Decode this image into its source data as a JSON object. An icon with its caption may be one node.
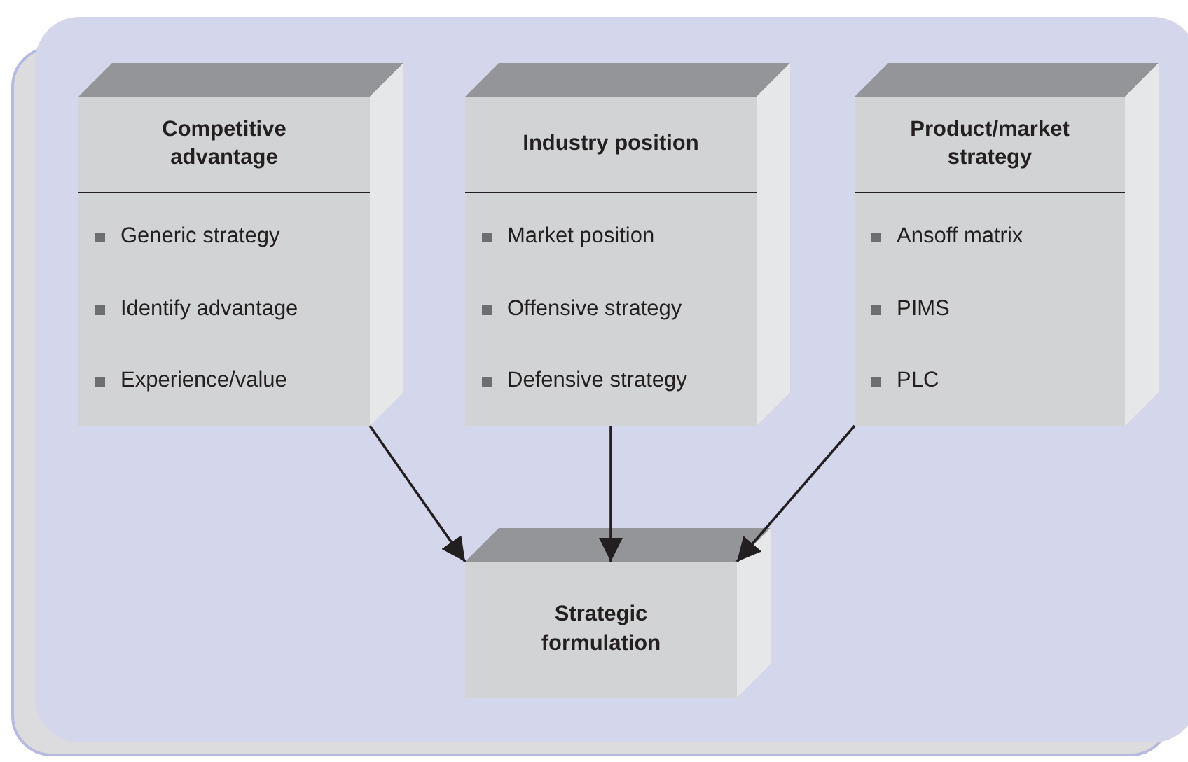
{
  "diagram": {
    "nodes": [
      {
        "text": [
          "Competitive advantage",
          "Generic strategy",
          "Identify advantage",
          "Experience/value"
        ]
      },
      {
        "text": [
          "Industry position",
          "Market position",
          "Offensive strategy",
          "Defensive strategy"
        ]
      },
      {
        "text": [
          "Product/market strategy",
          "Ansoff matrix",
          "PIMS",
          "PLC"
        ]
      },
      {
        "text": [
          "Strategic formulation"
        ]
      }
    ],
    "edges": [
      {
        "from": 0,
        "to": 3,
        "arrow": "to"
      },
      {
        "from": 1,
        "to": 3,
        "arrow": "to"
      },
      {
        "from": 2,
        "to": 3,
        "arrow": "to"
      }
    ]
  }
}
